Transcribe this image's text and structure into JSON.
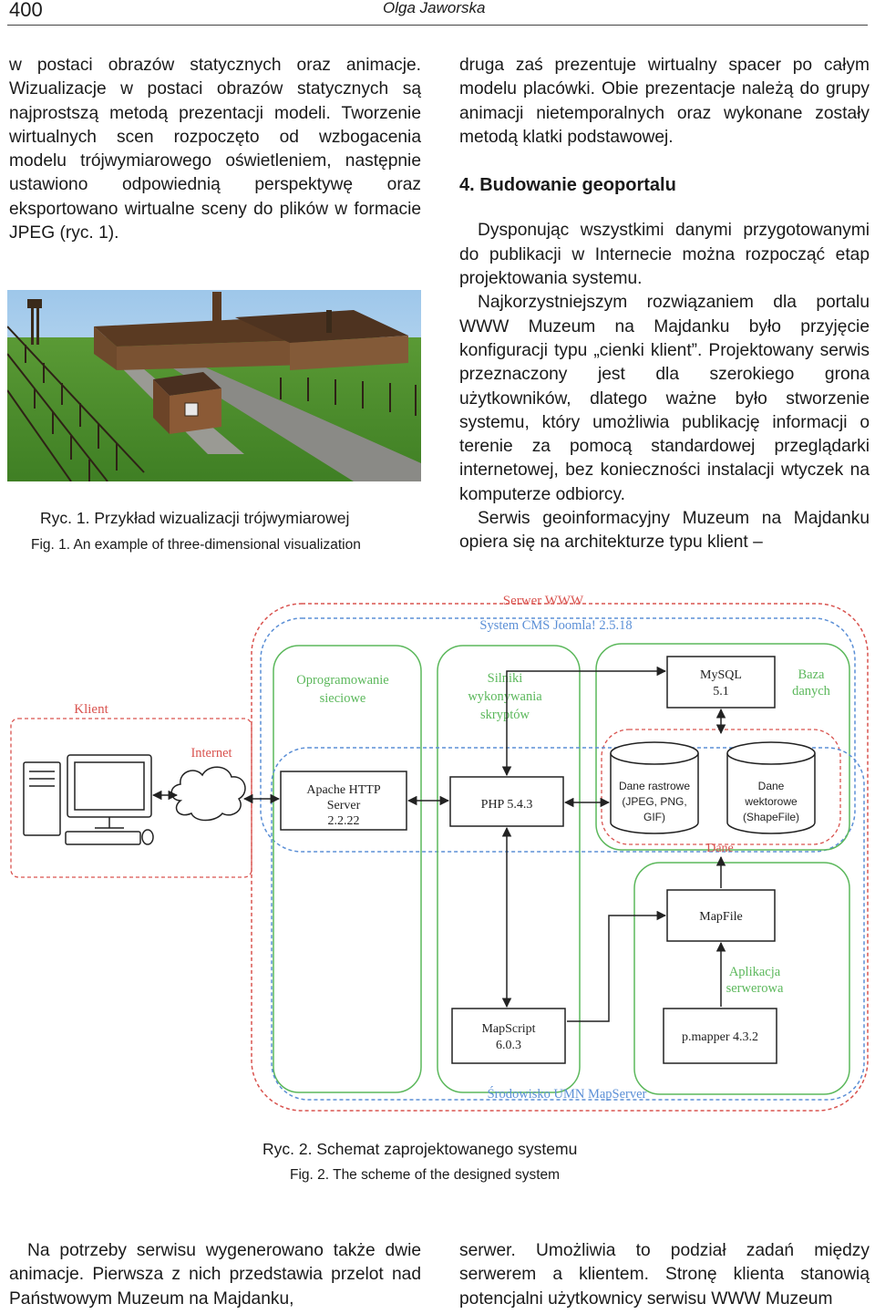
{
  "header": {
    "page_number": "400",
    "author": "Olga Jaworska"
  },
  "left_column": {
    "paragraph1": "w postaci obrazów statycznych oraz animacje. Wizualizacje w postaci obrazów statycznych są najprostszą metodą prezentacji modeli. Tworzenie wirtualnych scen rozpoczęto od wzbogacenia modelu trójwymiarowego oświetleniem, następnie ustawiono odpowiednią perspektywę oraz eksportowano wirtualne sceny do plików w formacie JPEG (ryc. 1)."
  },
  "figure1": {
    "caption_pl": "Ryc. 1. Przykład wizualizacji trójwymiarowej",
    "caption_en": "Fig. 1. An example of three-dimensional visualization"
  },
  "right_column": {
    "paragraph1": "druga zaś prezentuje wirtualny spacer po całym modelu placówki. Obie prezentacje należą do grupy animacji nietemporalnych oraz wykonane zostały metodą klatki podstawowej.",
    "heading": "4. Budowanie geoportalu",
    "paragraph2": "Dysponując wszystkimi danymi przygotowanymi do publikacji w Internecie można rozpocząć etap projektowania systemu.",
    "paragraph3": "Najkorzystniejszym rozwiązaniem dla portalu WWW Muzeum na Majdanku było przyjęcie konfiguracji typu „cienki klient”. Projektowany serwis przeznaczony jest dla szerokiego grona użytkowników, dlatego ważne było stworzenie systemu, który umożliwia publikację informacji o terenie za pomocą standardowej przeglądarki internetowej, bez konieczności instalacji wtyczek na komputerze odbiorcy.",
    "paragraph4": "Serwis geoinformacyjny Muzeum na Majdanku opiera się na architekturze typu klient –"
  },
  "figure2": {
    "labels": {
      "serwer_www": "Serwer WWW",
      "cms": "System CMS Joomla! 2.5.18",
      "klient": "Klient",
      "internet": "Internet",
      "oprogramowanie_1": "Oprogramowanie",
      "oprogramowanie_2": "sieciowe",
      "silniki_1": "Silniki",
      "silniki_2": "wykonywania",
      "silniki_3": "skryptów",
      "mysql_1": "MySQL",
      "mysql_2": "5.1",
      "baza_1": "Baza",
      "baza_2": "danych",
      "apache_1": "Apache HTTP",
      "apache_2": "Server",
      "apache_3": "2.2.22",
      "php": "PHP 5.4.3",
      "rastrowe_1": "Dane rastrowe",
      "rastrowe_2": "(JPEG, PNG,",
      "rastrowe_3": "GIF)",
      "wektorowe_1": "Dane",
      "wektorowe_2": "wektorowe",
      "wektorowe_3": "(ShapeFile)",
      "dane": "Dane",
      "mapfile": "MapFile",
      "aplikacja_1": "Aplikacja",
      "aplikacja_2": "serwerowa",
      "mapscript_1": "MapScript",
      "mapscript_2": "6.0.3",
      "pmapper": "p.mapper 4.3.2",
      "umn": "Środowisko UMN MapServer"
    },
    "caption_pl": "Ryc. 2. Schemat zaprojektowanego systemu",
    "caption_en": "Fig. 2. The scheme of the designed system",
    "colors": {
      "red": "#d9534f",
      "blue": "#5b8fd6",
      "green": "#5cb85c",
      "black": "#222222"
    }
  },
  "bottom": {
    "left": "Na potrzeby serwisu wygenerowano także dwie animacje. Pierwsza z nich przedstawia przelot nad Państwowym Muzeum na Majdanku,",
    "right": "serwer. Umożliwia to podział zadań między serwerem a klientem. Stronę klienta stanowią potencjalni użytkownicy serwisu WWW Muzeum"
  }
}
